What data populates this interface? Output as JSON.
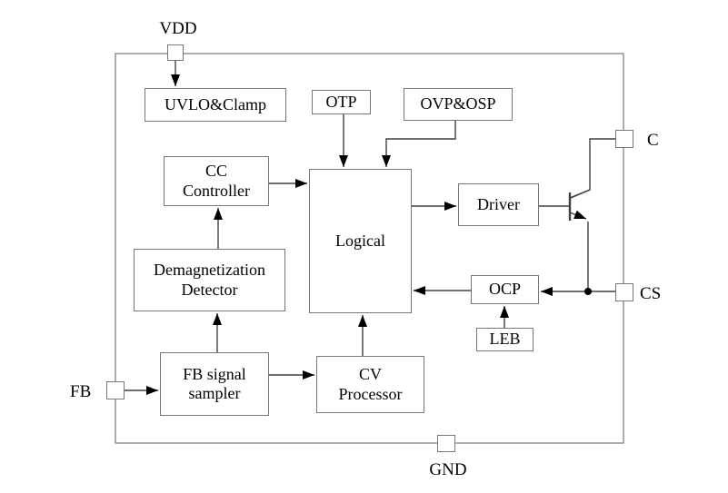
{
  "diagram": {
    "type": "ic-block-diagram",
    "pins": {
      "vdd": "VDD",
      "c": "C",
      "cs": "CS",
      "gnd": "GND",
      "fb": "FB"
    },
    "blocks": {
      "uvlo": "UVLO&Clamp",
      "otp": "OTP",
      "ovp": "OVP&OSP",
      "cc_controller": "CC\nController",
      "logical": "Logical",
      "driver": "Driver",
      "demag": "Demagnetization\nDetector",
      "ocp": "OCP",
      "leb": "LEB",
      "fb_sampler": "FB signal\nsampler",
      "cv_processor": "CV\nProcessor"
    },
    "colors": {
      "background": "#ffffff",
      "box_border": "#777777",
      "wire": "#404040",
      "arrowhead": "#000000",
      "text": "#000000"
    },
    "connections": [
      "VDD -> UVLO&Clamp",
      "OTP -> Logical",
      "OVP&OSP -> Logical",
      "CC Controller -> Logical",
      "Demagnetization Detector -> CC Controller",
      "FB signal sampler -> Demagnetization Detector",
      "FB -> FB signal sampler",
      "FB signal sampler -> CV Processor",
      "CV Processor -> Logical",
      "Logical -> Driver",
      "Driver -> transistor base",
      "transistor collector -> C",
      "transistor emitter -> CS node",
      "CS -> OCP",
      "OCP -> Logical",
      "LEB -> OCP"
    ]
  }
}
